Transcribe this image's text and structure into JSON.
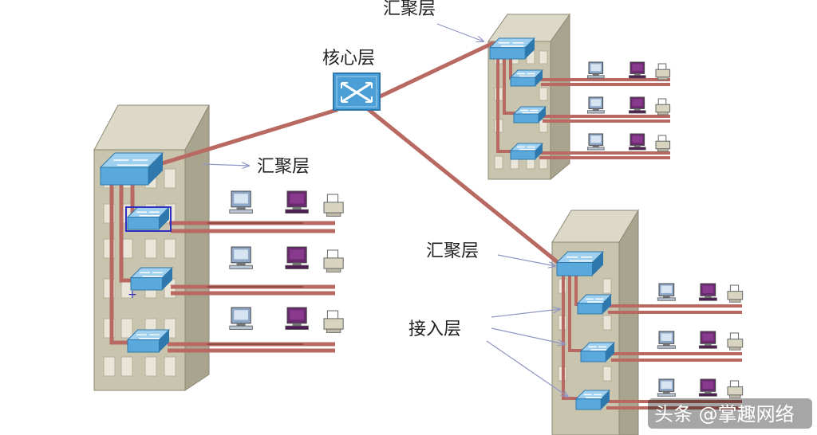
{
  "labels": {
    "core": "核心层",
    "agg_left": "汇聚层",
    "agg_top_right": "汇聚层",
    "agg_bottom_right": "汇聚层",
    "access": "接入层"
  },
  "watermark": {
    "text": "头条 @掌趣网络"
  },
  "colors": {
    "building_front": "#c9c4ad",
    "building_side": "#a9a48e",
    "building_top": "#ddd9c8",
    "window": "#e9e6d9",
    "cable": "#b86a62",
    "cable_dark": "#8e4a44",
    "switch": "#5aa9dc",
    "switch_dark": "#2f78ad",
    "router": "#4b9fd6",
    "pc_blue": "#8fa8c8",
    "pc_purple": "#6a2a6e",
    "printer": "#d8d4c0",
    "arrow": "#9aa0c8"
  },
  "icons": [
    "router-icon",
    "switch-icon",
    "pc-icon",
    "server-icon",
    "printer-icon"
  ]
}
